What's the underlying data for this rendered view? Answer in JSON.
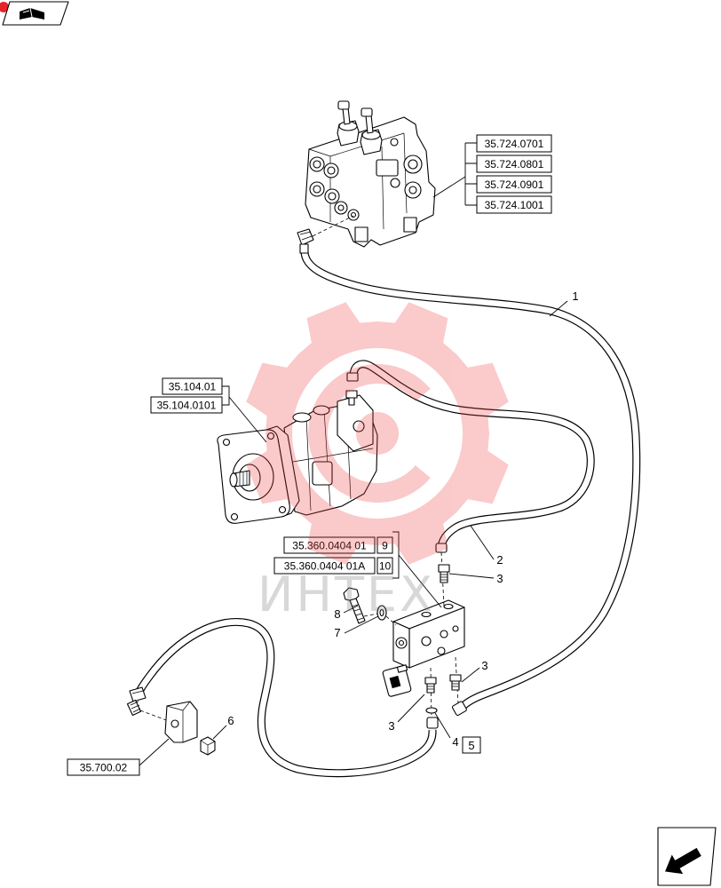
{
  "top_icon": "parts-catalog-icon",
  "valve_references": [
    "35.724.0701",
    "35.724.0801",
    "35.724.0901",
    "35.724.1001"
  ],
  "pump_references": [
    "35.104.01",
    "35.104.0101"
  ],
  "block_references": [
    {
      "ref": "35.360.0404 01",
      "item": "9"
    },
    {
      "ref": "35.360.0404 01A",
      "item": "10"
    }
  ],
  "bracket_reference": "35.700.02",
  "callouts": {
    "hose_upper": "1",
    "hose_pump": "2",
    "adapter_top": "3",
    "bolt": "8",
    "washer": "7",
    "adapter_right": "3",
    "adapter_lower": "3",
    "seal": "4",
    "seal_box": "5",
    "plug": "6"
  },
  "watermark": {
    "text": "ИНТЕХ",
    "color": "#f03c3c"
  },
  "nav_icon": "next-page-arrow-icon"
}
